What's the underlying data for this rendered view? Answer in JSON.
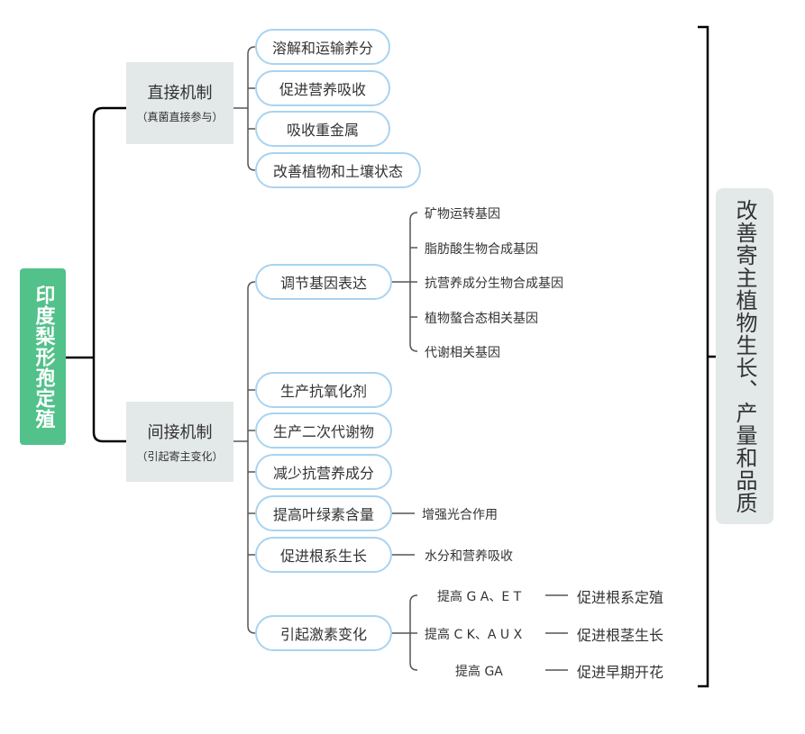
{
  "root": "印度梨形孢定殖",
  "direct": {
    "title": "直接机制",
    "subtitle": "（真菌直接参与）",
    "items": [
      "溶解和运输养分",
      "促进营养吸收",
      "吸收重金属",
      "改善植物和土壤状态"
    ]
  },
  "indirect": {
    "title": "间接机制",
    "subtitle": "（引起寄主变化）",
    "gene": {
      "label": "调节基因表达",
      "children": [
        "矿物运转基因",
        "脂肪酸生物合成基因",
        "抗营养成分生物合成基因",
        "植物螯合态相关基因",
        "代谢相关基因"
      ]
    },
    "items": [
      "生产抗氧化剂",
      "生产二次代谢物",
      "减少抗营养成分"
    ],
    "chlorophyll": {
      "label": "提高叶绿素含量",
      "child": "增强光合作用"
    },
    "root_growth": {
      "label": "促进根系生长",
      "child": "水分和营养吸收"
    },
    "hormone": {
      "label": "引起激素变化",
      "children": [
        {
          "cause": "提高 G A、E T",
          "effect": "促进根系定殖"
        },
        {
          "cause": "提高 C K、A U X",
          "effect": "促进根茎生长"
        },
        {
          "cause": "提高 GA",
          "effect": "促进早期开花"
        }
      ]
    }
  },
  "summary": "改善寄主植物生长、产量和品质"
}
